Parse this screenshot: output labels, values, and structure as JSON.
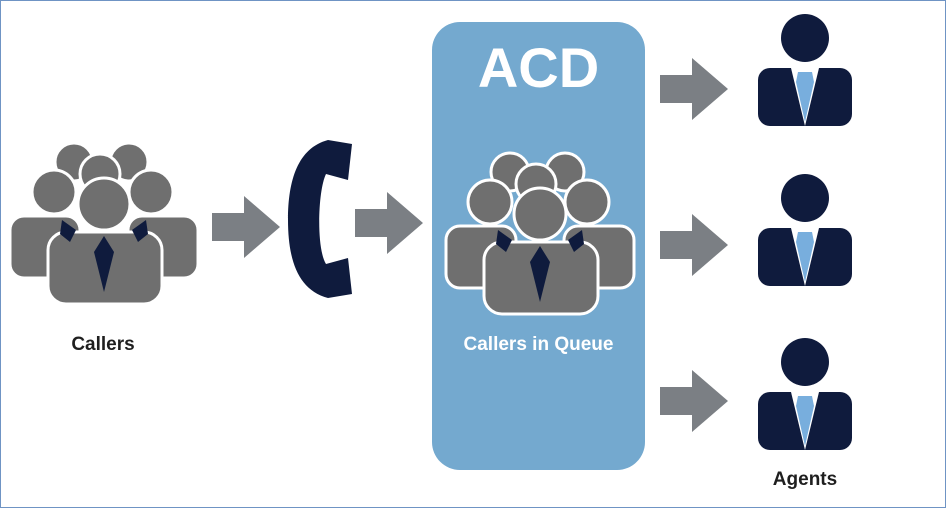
{
  "diagram": {
    "acd_title": "ACD",
    "callers_label": "Callers",
    "queue_label": "Callers in Queue",
    "agents_label": "Agents"
  },
  "colors": {
    "frame_border": "#6f94c4",
    "acd_panel": "#74a9cf",
    "crowd_gray": "#6f6f6f",
    "crowd_outline": "#ffffff",
    "navy": "#0f1b3d",
    "arrow_gray": "#7b7f84",
    "tie_blue": "#78aedd"
  },
  "icons": {
    "callers": "group-of-people-icon",
    "phone": "telephone-handset-icon",
    "queue": "group-of-people-icon",
    "agent": "agent-person-icon",
    "arrow": "right-arrow-icon"
  }
}
